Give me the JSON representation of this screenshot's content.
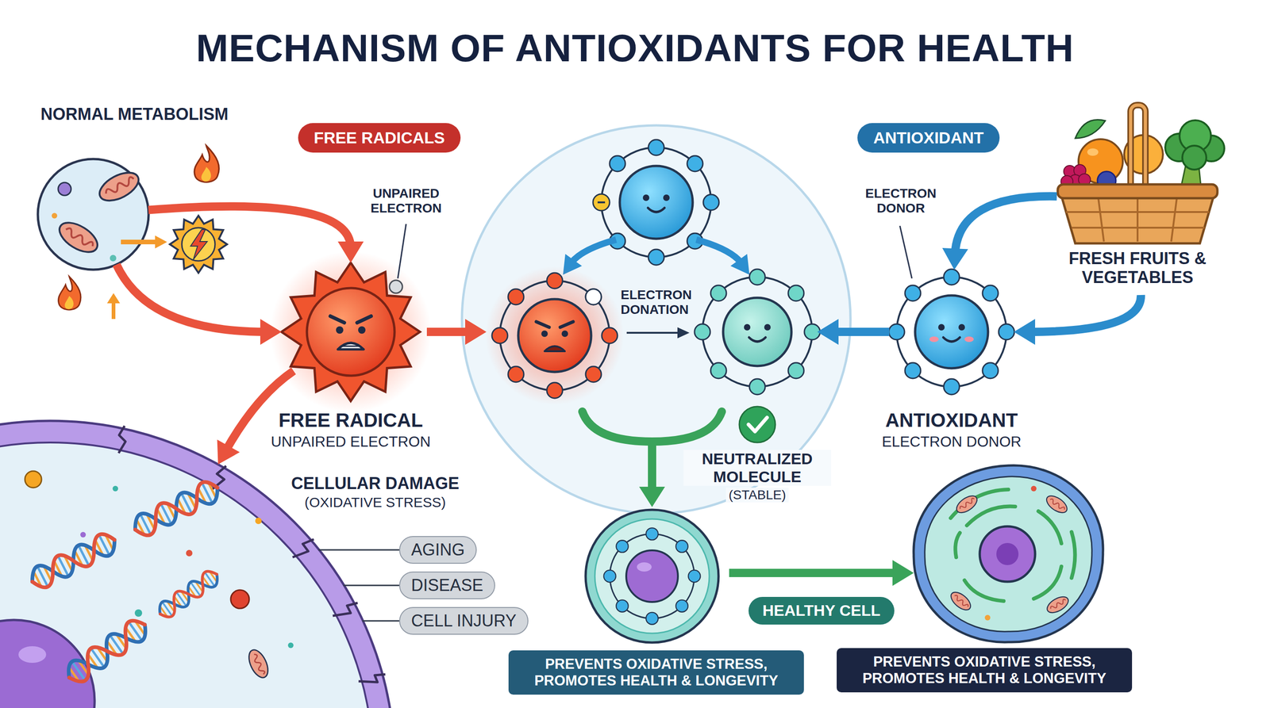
{
  "diagram": {
    "title": "MECHANISM OF ANTIOXIDANTS FOR HEALTH",
    "nodes": [
      {
        "text": [
          "NORMAL METABOLISM"
        ]
      },
      {
        "text": [
          "FREE RADICALS"
        ]
      },
      {
        "text": [
          "ANTIOXIDANT"
        ]
      },
      {
        "text": [
          "FRESH FRUITS & VEGETABLES"
        ]
      },
      {
        "text": [
          "FREE RADICAL",
          "UNPAIRED ELECTRON"
        ]
      },
      {
        "text": [
          "NEUTRALIZED MOLECULE",
          "(STABLE)"
        ]
      },
      {
        "text": [
          "ANTIOXIDANT",
          "ELECTRON DONOR"
        ]
      },
      {
        "text": [
          "CELLULAR DAMAGE",
          "(OXIDATIVE STRESS)"
        ]
      },
      {
        "text": [
          "AGING"
        ]
      },
      {
        "text": [
          "DISEASE"
        ]
      },
      {
        "text": [
          "CELL INJURY"
        ]
      },
      {
        "text": [
          "HEALTHY CELL"
        ]
      },
      {
        "text": [
          "PREVENTS OXIDATIVE STRESS, PROMOTES HEALTH & LONGEVITY"
        ]
      },
      {
        "text": [
          "PREVENTS OXIDATIVE STRESS, PROMOTES HEALTH & LONGEVITY"
        ]
      }
    ],
    "edges": [
      {
        "from": 0,
        "to": 4,
        "arrow": "to"
      },
      {
        "from": 0,
        "to": 4,
        "arrow": "to"
      },
      {
        "from": 4,
        "to": 7,
        "arrow": "to"
      },
      {
        "from": 6,
        "to": 5,
        "arrow": "to"
      },
      {
        "from": 3,
        "to": 6,
        "arrow": "to"
      },
      {
        "from": 3,
        "to": 6,
        "arrow": "to"
      },
      {
        "from": 7,
        "to": 8,
        "arrow": "none"
      },
      {
        "from": 7,
        "to": 9,
        "arrow": "none"
      },
      {
        "from": 7,
        "to": 10,
        "arrow": "none"
      }
    ],
    "labels": [
      "UNPAIRED ELECTRON",
      "ELECTRON DONATION",
      "ELECTRON DONOR"
    ]
  }
}
